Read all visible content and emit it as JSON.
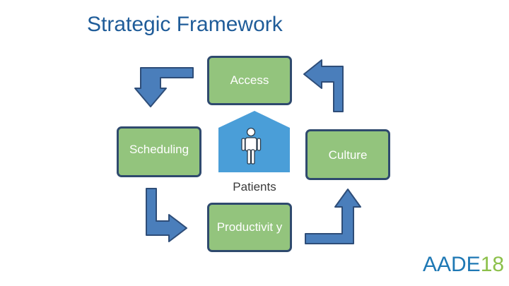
{
  "title": "Strategic Framework",
  "nodes": {
    "access": "Access",
    "scheduling": "Scheduling",
    "culture": "Culture",
    "productivity": "Productivit y",
    "center": "Patients"
  },
  "logo": {
    "name": "AADE",
    "year": "18"
  },
  "colors": {
    "title": "#1f5c99",
    "box_fill": "#93c47d",
    "box_border": "#2f4a6e",
    "arrow_fill": "#4a7ebb",
    "arrow_stroke": "#2e4d78",
    "center_icon_fill": "#4a9ed8",
    "logo_primary": "#1e78b4",
    "logo_accent": "#8cc04a"
  },
  "icons": [
    "person-icon",
    "cycle-arrow-icon"
  ]
}
